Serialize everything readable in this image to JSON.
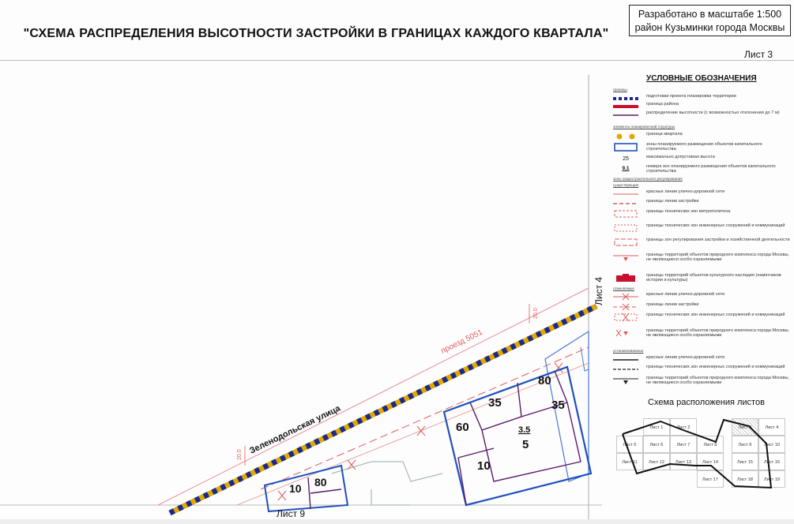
{
  "header": {
    "title": "\"СХЕМА РАСПРЕДЕЛЕНИЯ ВЫСОТНОСТИ ЗАСТРОЙКИ В ГРАНИЦАХ КАЖДОГО КВАРТАЛА\"",
    "stamp_line1": "Разработано в масштабе 1:500",
    "stamp_line2": "район Кузьминки города Москвы",
    "sheet": "Лист 3"
  },
  "map": {
    "street_1": "Зеленодольская улица",
    "street_2": "проезд 5051",
    "sheet_ref_right": "Лист 4",
    "sheet_ref_bottom": "Лист 9",
    "dim_1": "20.0",
    "dim_2": "20.0",
    "quarter_code": "3.5",
    "quarter_height": "5",
    "heights": {
      "h80_top": "80",
      "h35_left": "35",
      "h35_right": "35",
      "h60": "60",
      "h10_mid": "10",
      "h10_bottom": "10",
      "h80_bottom": "80"
    },
    "colors": {
      "planning_border": "#1a2a8a",
      "district_border": "#c8102e",
      "quarter_border": "#e0a800",
      "zone_border": "#1f4fc0",
      "height_border": "#5b1a6b"
    }
  },
  "legend": {
    "title": "УСЛОВНЫЕ ОБОЗНАЧЕНИЯ",
    "head_1": "границы",
    "head_2": "элементы планировочной структуры",
    "head_3": "зоны градостроительного регулирования",
    "head_4": "существующие",
    "head_5": "отменяемые",
    "head_6": "устанавливаемые",
    "items": [
      "подготовки проекта планировки территории",
      "граница района",
      "распределение высотности (с возможностью отклонения до 7 м)",
      "граница квартала",
      "зоны планируемого размещения объектов капитального строительства",
      "максимально допустимая высота",
      "номера зон планируемого размещения объектов капитального строительства",
      "красные линии улично-дорожной сети",
      "границы линии застройки",
      "границы технических зон метрополитена",
      "границы технических зон инженерных сооружений и коммуникаций",
      "границы зон регулирования застройки и хозяйственной деятельности",
      "границы территорий объектов природного комплекса города Москвы, не являющиеся особо охраняемыми",
      "границы территорий объектов культурного наследия (памятников истории и культуры)",
      "красные линии улично-дорожной сети",
      "границы линии застройки",
      "границы технических зон инженерных сооружений и коммуникаций",
      "границы территорий объектов природного комплекса города Москвы, не являющиеся особо охраняемыми",
      "красные линии улично-дорожной сети",
      "границы технических зон инженерных сооружений и коммуникаций",
      "границы территорий объектов природного комплекса города Москвы, не являющиеся особо охраняемыми"
    ],
    "sample_height": "25",
    "sample_zone": "9.1"
  },
  "sheet_scheme": {
    "title": "Схема расположения листов",
    "cells": [
      "Лист 1",
      "Лист 2",
      "Лист 3",
      "Лист 4",
      "Лист 5",
      "Лист 6",
      "Лист 7",
      "Лист 8",
      "Лист 9",
      "Лист 10",
      "Лист 11",
      "Лист 12",
      "Лист 13",
      "Лист 14",
      "Лист 15",
      "Лист 16",
      "Лист 17",
      "Лист 18",
      "Лист 19"
    ],
    "current": "Лист 3"
  }
}
